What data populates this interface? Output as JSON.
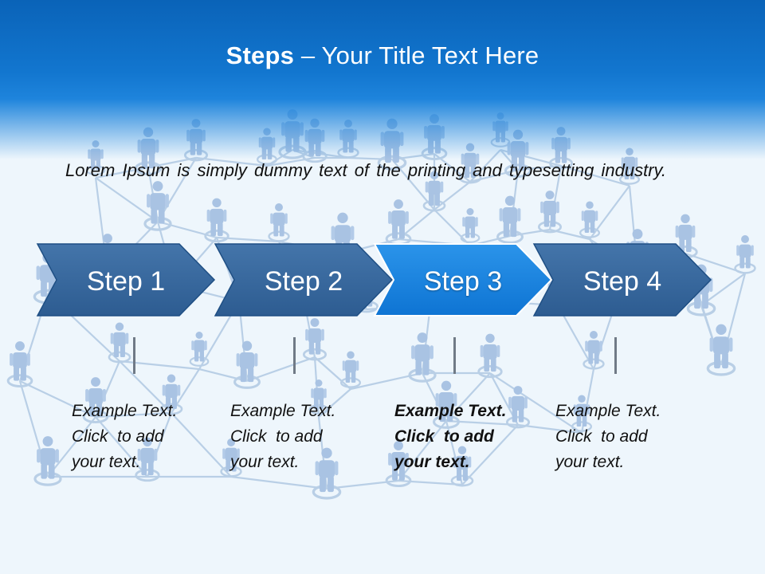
{
  "title": {
    "bold": "Steps",
    "rest": " – Your Title Text Here"
  },
  "intro": "Lorem Ipsum is simply dummy text of the printing and typesetting industry.",
  "colors": {
    "header": "#0a63b8",
    "step_default": "#35659a",
    "step_active": "#1480dc",
    "connector": "#707a86"
  },
  "steps": [
    {
      "label": "Step 1",
      "active": false,
      "desc": [
        "Example Text.",
        "Click  to add",
        "your text."
      ]
    },
    {
      "label": "Step 2",
      "active": false,
      "desc": [
        "Example Text.",
        "Click  to add",
        "your text."
      ]
    },
    {
      "label": "Step 3",
      "active": true,
      "desc": [
        "Example Text.",
        "Click  to add",
        "your text."
      ]
    },
    {
      "label": "Step 4",
      "active": false,
      "desc": [
        "Example Text.",
        "Click  to add",
        "your text."
      ]
    }
  ]
}
